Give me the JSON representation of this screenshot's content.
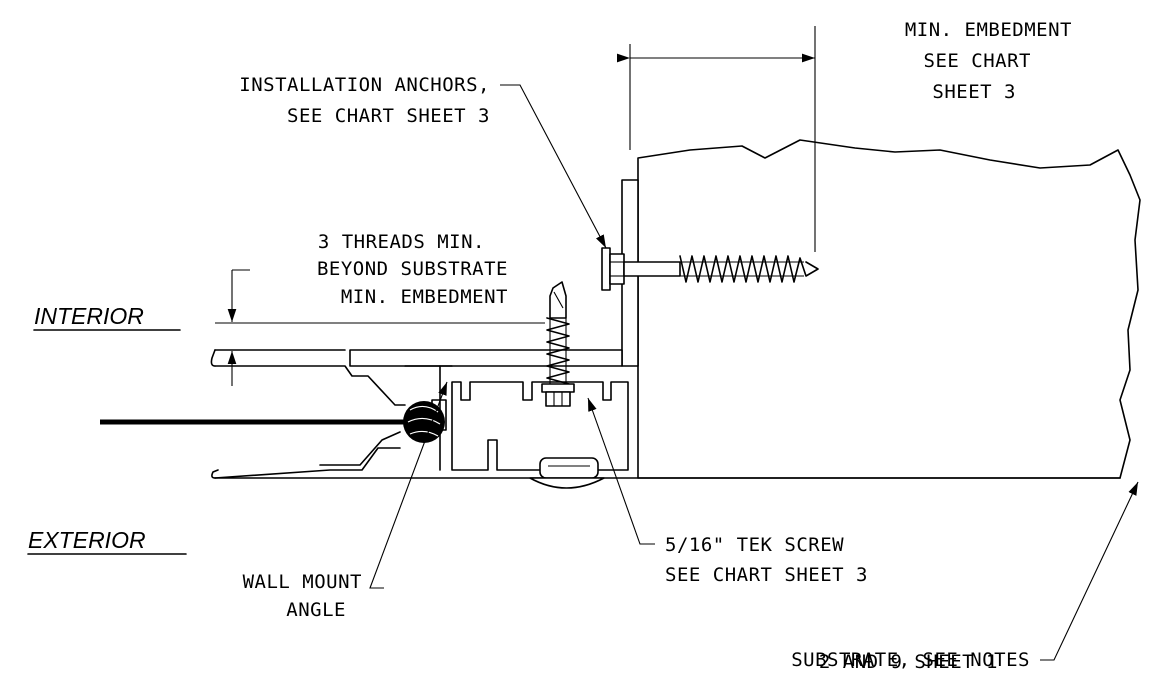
{
  "labels": {
    "min_embedment": [
      "MIN. EMBEDMENT",
      "SEE CHART",
      "SHEET 3"
    ],
    "installation_anchors": [
      "INSTALLATION ANCHORS,",
      "SEE CHART SHEET 3"
    ],
    "threads": [
      "3 THREADS MIN.",
      "BEYOND SUBSTRATE",
      "MIN. EMBEDMENT"
    ],
    "interior": "INTERIOR",
    "exterior": "EXTERIOR",
    "wall_mount_angle": [
      "WALL MOUNT",
      "ANGLE"
    ],
    "tek_screw": [
      "5/16\" TEK SCREW",
      "SEE CHART SHEET 3"
    ],
    "substrate": [
      "SUBSTRATE, SEE NOTES",
      "2 AND 9 SHEET 1"
    ]
  }
}
